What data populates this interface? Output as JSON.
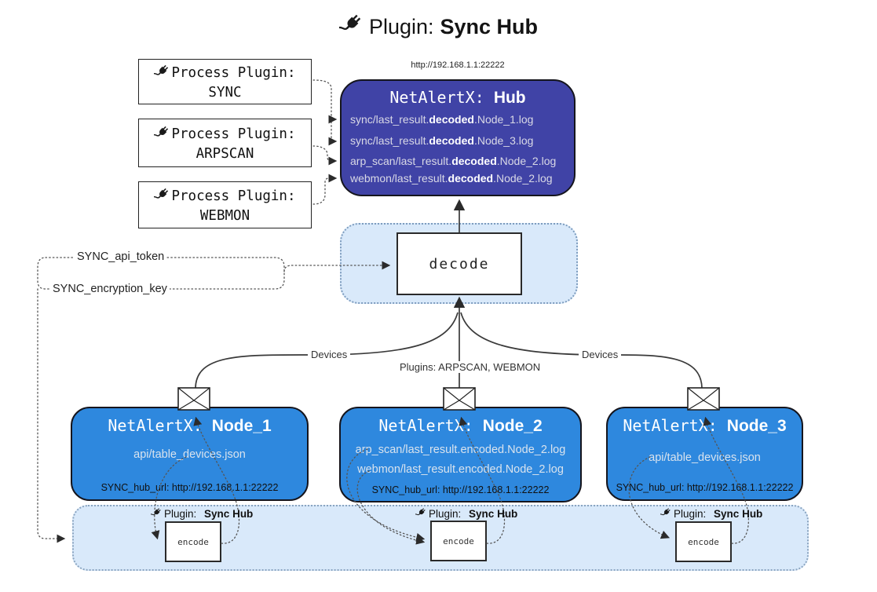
{
  "title": {
    "label": "Plugin:",
    "name": "Sync Hub"
  },
  "hub": {
    "url": "http://192.168.1.1:22222",
    "title_prefix": "NetAlertX:",
    "title_name": "Hub",
    "logs": [
      {
        "pre": "sync/last_result.",
        "bold": "decoded",
        "post": ".Node_1.log"
      },
      {
        "pre": "sync/last_result.",
        "bold": "decoded",
        "post": ".Node_3.log"
      },
      {
        "pre": "arp_scan/last_result.",
        "bold": "decoded",
        "post": ".Node_2.log"
      },
      {
        "pre": "webmon/last_result.",
        "bold": "decoded",
        "post": ".Node_2.log"
      }
    ]
  },
  "process_plugins": [
    {
      "label": "Process Plugin:",
      "name": "SYNC"
    },
    {
      "label": "Process Plugin:",
      "name": "ARPSCAN"
    },
    {
      "label": "Process Plugin:",
      "name": "WEBMON"
    }
  ],
  "settings": {
    "api_token": "SYNC_api_token",
    "encryption_key": "SYNC_encryption_key"
  },
  "decode_label": "decode",
  "edge_labels": {
    "left": "Devices",
    "middle": "Plugins: ARPSCAN, WEBMON",
    "right": "Devices"
  },
  "nodes": [
    {
      "title_prefix": "NetAlertX:",
      "title_name": "Node_1",
      "files": [
        "api/table_devices.json"
      ],
      "hub_url": "SYNC_hub_url: http://192.168.1.1:22222"
    },
    {
      "title_prefix": "NetAlertX:",
      "title_name": "Node_2",
      "files": [
        "arp_scan/last_result.encoded.Node_2.log",
        "webmon/last_result.encoded.Node_2.log"
      ],
      "hub_url": "SYNC_hub_url: http://192.168.1.1:22222"
    },
    {
      "title_prefix": "NetAlertX:",
      "title_name": "Node_3",
      "files": [
        "api/table_devices.json"
      ],
      "hub_url": "SYNC_hub_url: http://192.168.1.1:22222"
    }
  ],
  "encode_band": {
    "plugin_label": "Plugin:",
    "plugin_name": "Sync Hub",
    "encode_label": "encode"
  },
  "colors": {
    "hub_fill": "#4043a6",
    "node_fill": "#2e88de",
    "band_fill": "#d9e9fa",
    "band_border": "#8aa4c0",
    "line": "#3a3a3a",
    "dotted": "#555555"
  }
}
